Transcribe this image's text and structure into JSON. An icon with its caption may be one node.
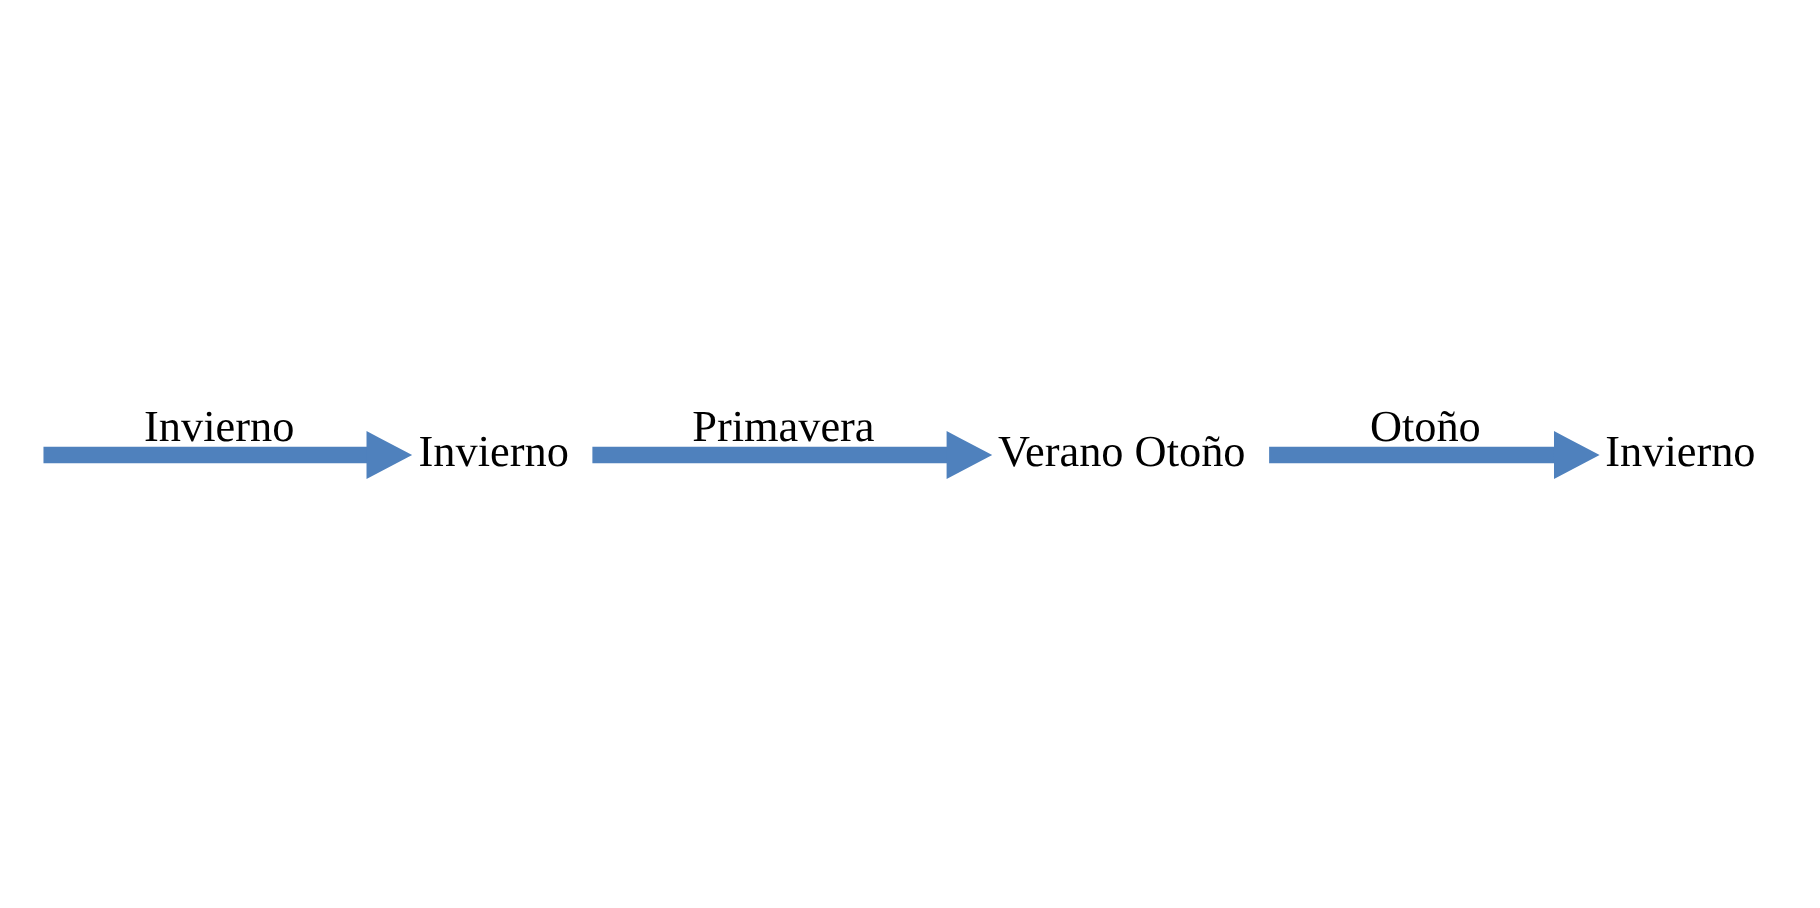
{
  "diagram": {
    "nodes": [
      {
        "text": [
          "Invierno"
        ]
      },
      {
        "text": [
          "Verano Otoño"
        ]
      },
      {
        "text": [
          "Invierno"
        ]
      }
    ],
    "edges": [
      {
        "from": null,
        "to": 0,
        "arrow": "to",
        "label": "Invierno"
      },
      {
        "from": 0,
        "to": 1,
        "arrow": "to",
        "label": "Primavera"
      },
      {
        "from": 1,
        "to": 2,
        "arrow": "to",
        "label": "Otoño"
      }
    ]
  }
}
